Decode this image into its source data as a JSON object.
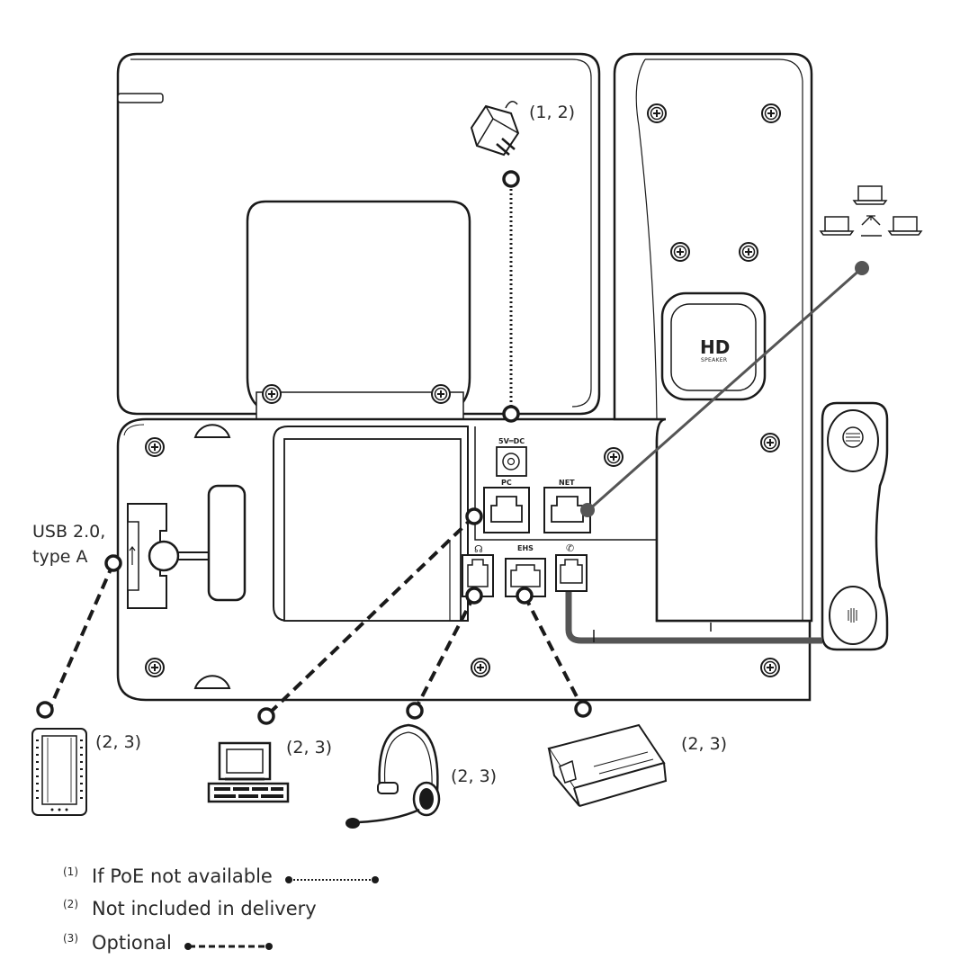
{
  "ports": {
    "dc_label": "5V═DC",
    "pc_label": "PC",
    "net_label": "NET",
    "ehs_label": "EHS",
    "headset_label": "☊",
    "handset_label": "✆"
  },
  "speaker": {
    "title": "HD",
    "subtitle": "SPEAKER"
  },
  "callouts": {
    "power_adapter": "(1, 2)",
    "usb": [
      "USB 2.0,",
      "type A"
    ],
    "expansion_module": "(2, 3)",
    "pc": "(2, 3)",
    "headset": "(2, 3)",
    "ehs_adapter": "(2, 3)"
  },
  "legend": [
    {
      "num": "(1)",
      "text": "If PoE not available",
      "line_style": "dotted"
    },
    {
      "num": "(2)",
      "text": "Not included in delivery",
      "line_style": "none"
    },
    {
      "num": "(3)",
      "text": "Optional",
      "line_style": "dashed"
    }
  ],
  "colors": {
    "stroke": "#1a1a1a",
    "net_line": "#555555",
    "cord": "#555555",
    "text": "#2a2a2a"
  }
}
